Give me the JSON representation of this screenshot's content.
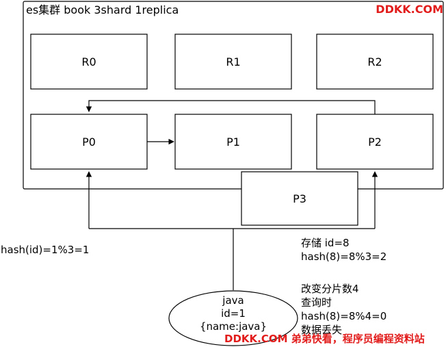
{
  "cluster": {
    "title": "es集群 book 3shard 1replica"
  },
  "replicas": [
    {
      "label": "R0"
    },
    {
      "label": "R1"
    },
    {
      "label": "R2"
    }
  ],
  "primaries": [
    {
      "label": "P0"
    },
    {
      "label": "P1"
    },
    {
      "label": "P2"
    }
  ],
  "new_primary": {
    "label": "P3"
  },
  "route_formula": "hash(id)=1%3=1",
  "store_note": {
    "line1": "存储 id=8",
    "line2": "hash(8)=8%3=2"
  },
  "change_note": {
    "line1": "改变分片数4",
    "line2": "查询时",
    "line3": "hash(8)=8%4=0",
    "line4": "数据丢失"
  },
  "client": {
    "line1": "java",
    "line2": "id=1",
    "line3": "{name:java}"
  },
  "watermark": {
    "top": "DDKK.COM",
    "bottom": "DDKK.COM 弟弟快看，程序员编程资料站"
  },
  "colors": {
    "stroke": "#000000",
    "watermark": "#e21b1b"
  }
}
